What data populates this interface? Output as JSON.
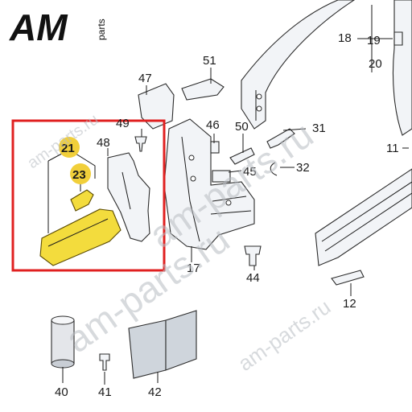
{
  "logo": {
    "letters": "AM",
    "suffix": "parts"
  },
  "watermarks": [
    "am-parts.ru",
    "am-parts.ru",
    "am-parts.ru",
    "am-parts.ru"
  ],
  "highlight_color": "#e02020",
  "badge_color": "#f1cf3a",
  "labels": {
    "l11": "11",
    "l12": "12",
    "l17": "17",
    "l18": "18",
    "l19": "19",
    "l20": "20",
    "l21": "21",
    "l23": "23",
    "l31": "31",
    "l32": "32",
    "l40": "40",
    "l41": "41",
    "l42": "42",
    "l44": "44",
    "l45": "45",
    "l46": "46",
    "l47": "47",
    "l48": "48",
    "l49": "49",
    "l50": "50",
    "l51": "51"
  }
}
